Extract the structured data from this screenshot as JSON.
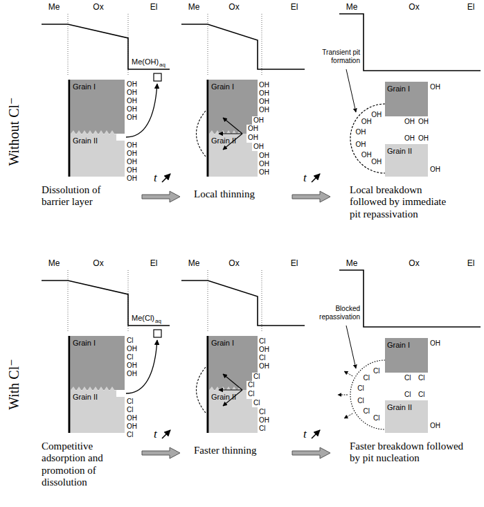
{
  "diagram": {
    "nodes": [
      {
        "text": [
          "Grain I"
        ]
      },
      {
        "text": [
          "Grain II"
        ]
      },
      {
        "text": [
          "Grain I"
        ]
      },
      {
        "text": [
          "Grain II"
        ]
      },
      {
        "text": [
          "Grain I"
        ]
      },
      {
        "text": [
          "Grain II"
        ]
      },
      {
        "text": [
          "Grain I"
        ]
      },
      {
        "text": [
          "Grain II"
        ]
      },
      {
        "text": [
          "Grain I"
        ]
      },
      {
        "text": [
          "Grain II"
        ]
      },
      {
        "text": [
          "Grain I"
        ]
      },
      {
        "text": [
          "Grain II"
        ]
      }
    ],
    "labels": [
      "Without Cl⁻",
      "With Cl⁻",
      "Me",
      "Ox",
      "El",
      "OH",
      "OH",
      "OH",
      "OH",
      "OH",
      "OH",
      "OH",
      "OH",
      "OH",
      "OH",
      "Me(OH)",
      "aq",
      "Dissolution of barrier layer",
      "t",
      "Me",
      "Ox",
      "El",
      "OH",
      "OH",
      "OH",
      "OH",
      "OH",
      "OH",
      "OH",
      "OH",
      "OH",
      "OH",
      "OH",
      "Local thinning",
      "t",
      "Me",
      "Ox",
      "El",
      "Transient pit formation",
      "OH",
      "OH",
      "OH",
      "OH",
      "OH",
      "OH",
      "OH",
      "OH",
      "OH",
      "OH",
      "OH",
      "OH",
      "Local breakdown followed by immediate pit repassivation",
      "Me",
      "Ox",
      "El",
      "Cl",
      "OH",
      "Cl",
      "OH",
      "OH",
      "Cl",
      "Cl",
      "OH",
      "OH",
      "Cl",
      "Me(Cl)",
      "aq",
      "Competitive adsorption and promotion of dissolution",
      "t",
      "Me",
      "Ox",
      "El",
      "Cl",
      "OH",
      "Cl",
      "OH",
      "Cl",
      "Cl",
      "Cl",
      "Cl",
      "Cl",
      "OH",
      "Cl",
      "Faster thinning",
      "t",
      "Me",
      "Ox",
      "El",
      "Blocked repassivation",
      "OH",
      "Cl",
      "Cl",
      "Cl",
      "Cl",
      "Cl",
      "Cl",
      "Cl",
      "Cl",
      "Cl",
      "Cl",
      "OH",
      "Faster breakdown followed by pit nucleation"
    ]
  }
}
